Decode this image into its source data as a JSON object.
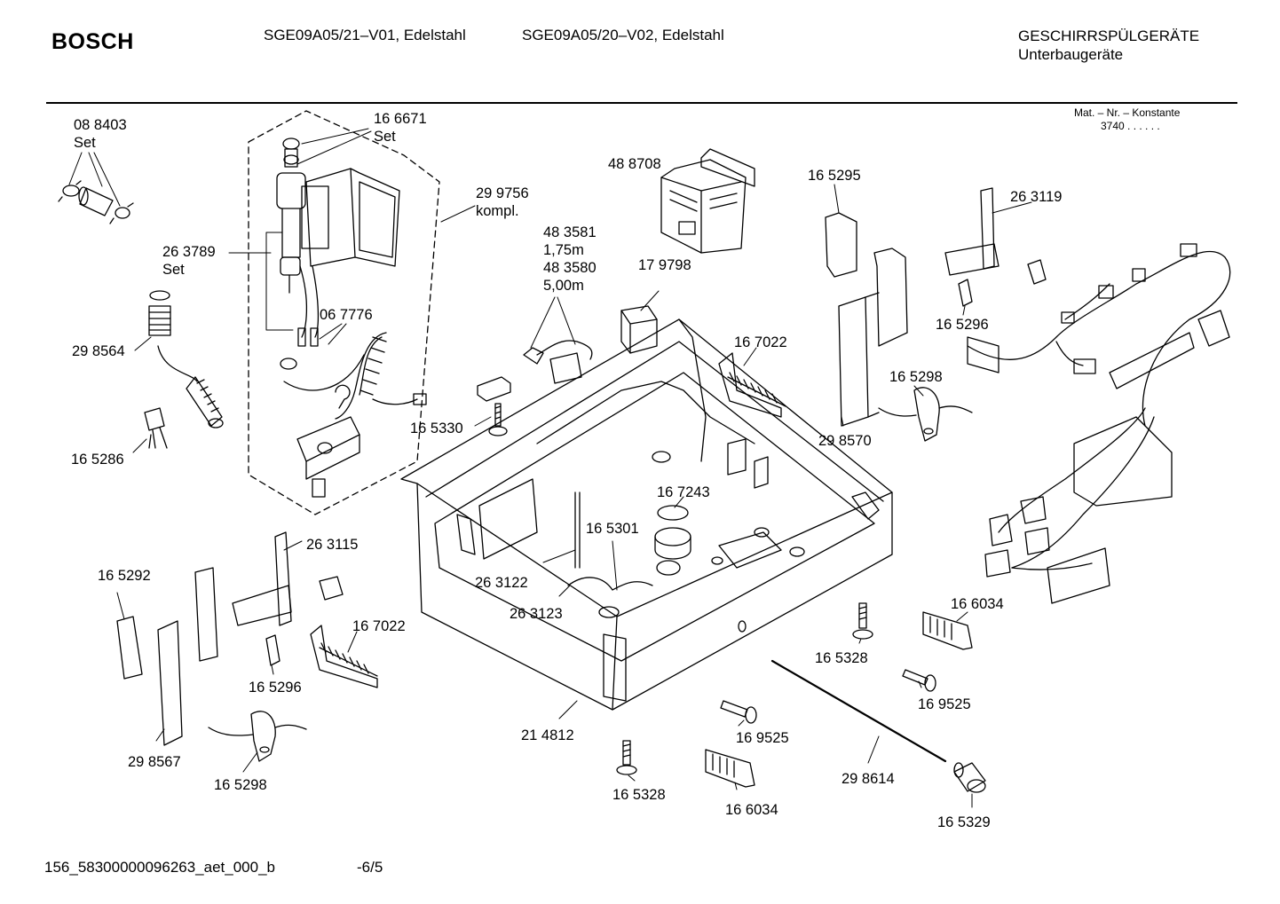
{
  "header": {
    "brand": "BOSCH",
    "models": [
      "SGE09A05/21–V01, Edelstahl",
      "SGE09A05/20–V02, Edelstahl"
    ],
    "category": "GESCHIRRSPÜLGERÄTE",
    "subcategory": "Unterbaugeräte",
    "mat_label": "Mat. – Nr. – Konstante",
    "mat_value": "3740  .  .  .  .  .  ."
  },
  "footer": {
    "doc_id": "156_58300000096263_aet_000_b",
    "page": "-6/5"
  },
  "parts": [
    {
      "id": "p088403",
      "lines": [
        "08 8403",
        "Set"
      ]
    },
    {
      "id": "p166671",
      "lines": [
        "16 6671",
        "Set"
      ]
    },
    {
      "id": "p299756",
      "lines": [
        "29 9756",
        "kompl."
      ]
    },
    {
      "id": "p263789",
      "lines": [
        "26 3789",
        "Set"
      ]
    },
    {
      "id": "p298564",
      "lines": [
        "29 8564"
      ]
    },
    {
      "id": "p067776",
      "lines": [
        "06 7776"
      ]
    },
    {
      "id": "p165286",
      "lines": [
        "16 5286"
      ]
    },
    {
      "id": "p488708",
      "lines": [
        "48 8708"
      ]
    },
    {
      "id": "p483581",
      "lines": [
        "48 3581",
        "1,75m",
        "48 3580",
        "5,00m"
      ]
    },
    {
      "id": "p179798",
      "lines": [
        "17 9798"
      ]
    },
    {
      "id": "p165330",
      "lines": [
        "16 5330"
      ]
    },
    {
      "id": "p165295",
      "lines": [
        "16 5295"
      ]
    },
    {
      "id": "p263119",
      "lines": [
        "26 3119"
      ]
    },
    {
      "id": "p167022a",
      "lines": [
        "16 7022"
      ]
    },
    {
      "id": "p165296a",
      "lines": [
        "16 5296"
      ]
    },
    {
      "id": "p165298a",
      "lines": [
        "16 5298"
      ]
    },
    {
      "id": "p298570",
      "lines": [
        "29 8570"
      ]
    },
    {
      "id": "p167243",
      "lines": [
        "16 7243"
      ]
    },
    {
      "id": "p165301",
      "lines": [
        "16 5301"
      ]
    },
    {
      "id": "p263122",
      "lines": [
        "26 3122"
      ]
    },
    {
      "id": "p263123",
      "lines": [
        "26 3123"
      ]
    },
    {
      "id": "p263115",
      "lines": [
        "26 3115"
      ]
    },
    {
      "id": "p165292",
      "lines": [
        "16 5292"
      ]
    },
    {
      "id": "p167022b",
      "lines": [
        "16 7022"
      ]
    },
    {
      "id": "p165296b",
      "lines": [
        "16 5296"
      ]
    },
    {
      "id": "p298567",
      "lines": [
        "29 8567"
      ]
    },
    {
      "id": "p165298b",
      "lines": [
        "16 5298"
      ]
    },
    {
      "id": "p214812",
      "lines": [
        "21 4812"
      ]
    },
    {
      "id": "p166034a",
      "lines": [
        "16 6034"
      ]
    },
    {
      "id": "p165328a",
      "lines": [
        "16 5328"
      ]
    },
    {
      "id": "p169525a",
      "lines": [
        "16 9525"
      ]
    },
    {
      "id": "p169525b",
      "lines": [
        "16 9525"
      ]
    },
    {
      "id": "p165328b",
      "lines": [
        "16 5328"
      ]
    },
    {
      "id": "p166034b",
      "lines": [
        "16 6034"
      ]
    },
    {
      "id": "p298614",
      "lines": [
        "29 8614"
      ]
    },
    {
      "id": "p165329",
      "lines": [
        "16 5329"
      ]
    }
  ]
}
